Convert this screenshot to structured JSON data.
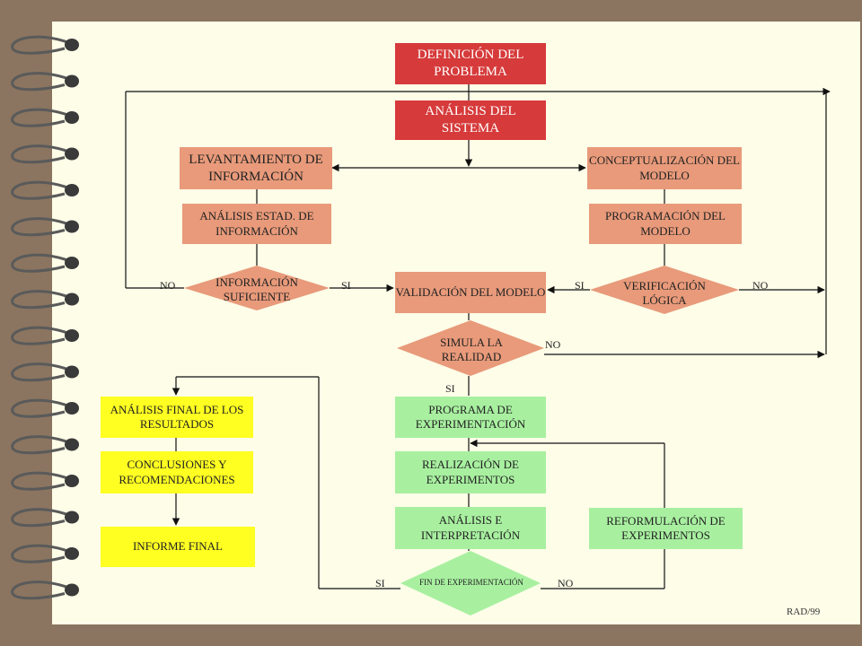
{
  "nodes": {
    "definicion": "DEFINICIÓN DEL PROBLEMA",
    "analisis_sistema": "ANÁLISIS DEL SISTEMA",
    "levantamiento": "LEVANTAMIENTO DE INFORMACIÓN",
    "conceptualizacion": "CONCEPTUALIZACIÓN DEL MODELO",
    "analisis_estad": "ANÁLISIS ESTAD. DE INFORMACIÓN",
    "programacion": "PROGRAMACIÓN DEL MODELO",
    "informacion_suficiente": "INFORMACIÓN SUFICIENTE",
    "validacion": "VALIDACIÓN DEL MODELO",
    "verificacion": "VERIFICACIÓN LÓGICA",
    "simula": "SIMULA LA REALIDAD",
    "programa_exp": "PROGRAMA DE EXPERIMENTACIÓN",
    "realizacion": "REALIZACIÓN DE EXPERIMENTOS",
    "analisis_interp": "ANÁLISIS E INTERPRETACIÓN",
    "reformulacion": "REFORMULACIÓN DE EXPERIMENTOS",
    "fin": "FIN DE EXPERIMENTACIÓN",
    "analisis_final": "ANÁLISIS FINAL DE LOS RESULTADOS",
    "conclusiones": "CONCLUSIONES Y RECOMENDACIONES",
    "informe": "INFORME FINAL"
  },
  "labels": {
    "no": "NO",
    "si": "SI"
  },
  "footer": "RAD/99",
  "colors": {
    "red": "#d63a3a",
    "salmon": "#e89a7a",
    "green": "#a8f0a0",
    "yellow": "#ffff22",
    "paper": "#fdfde8",
    "frame": "#8b7560"
  }
}
